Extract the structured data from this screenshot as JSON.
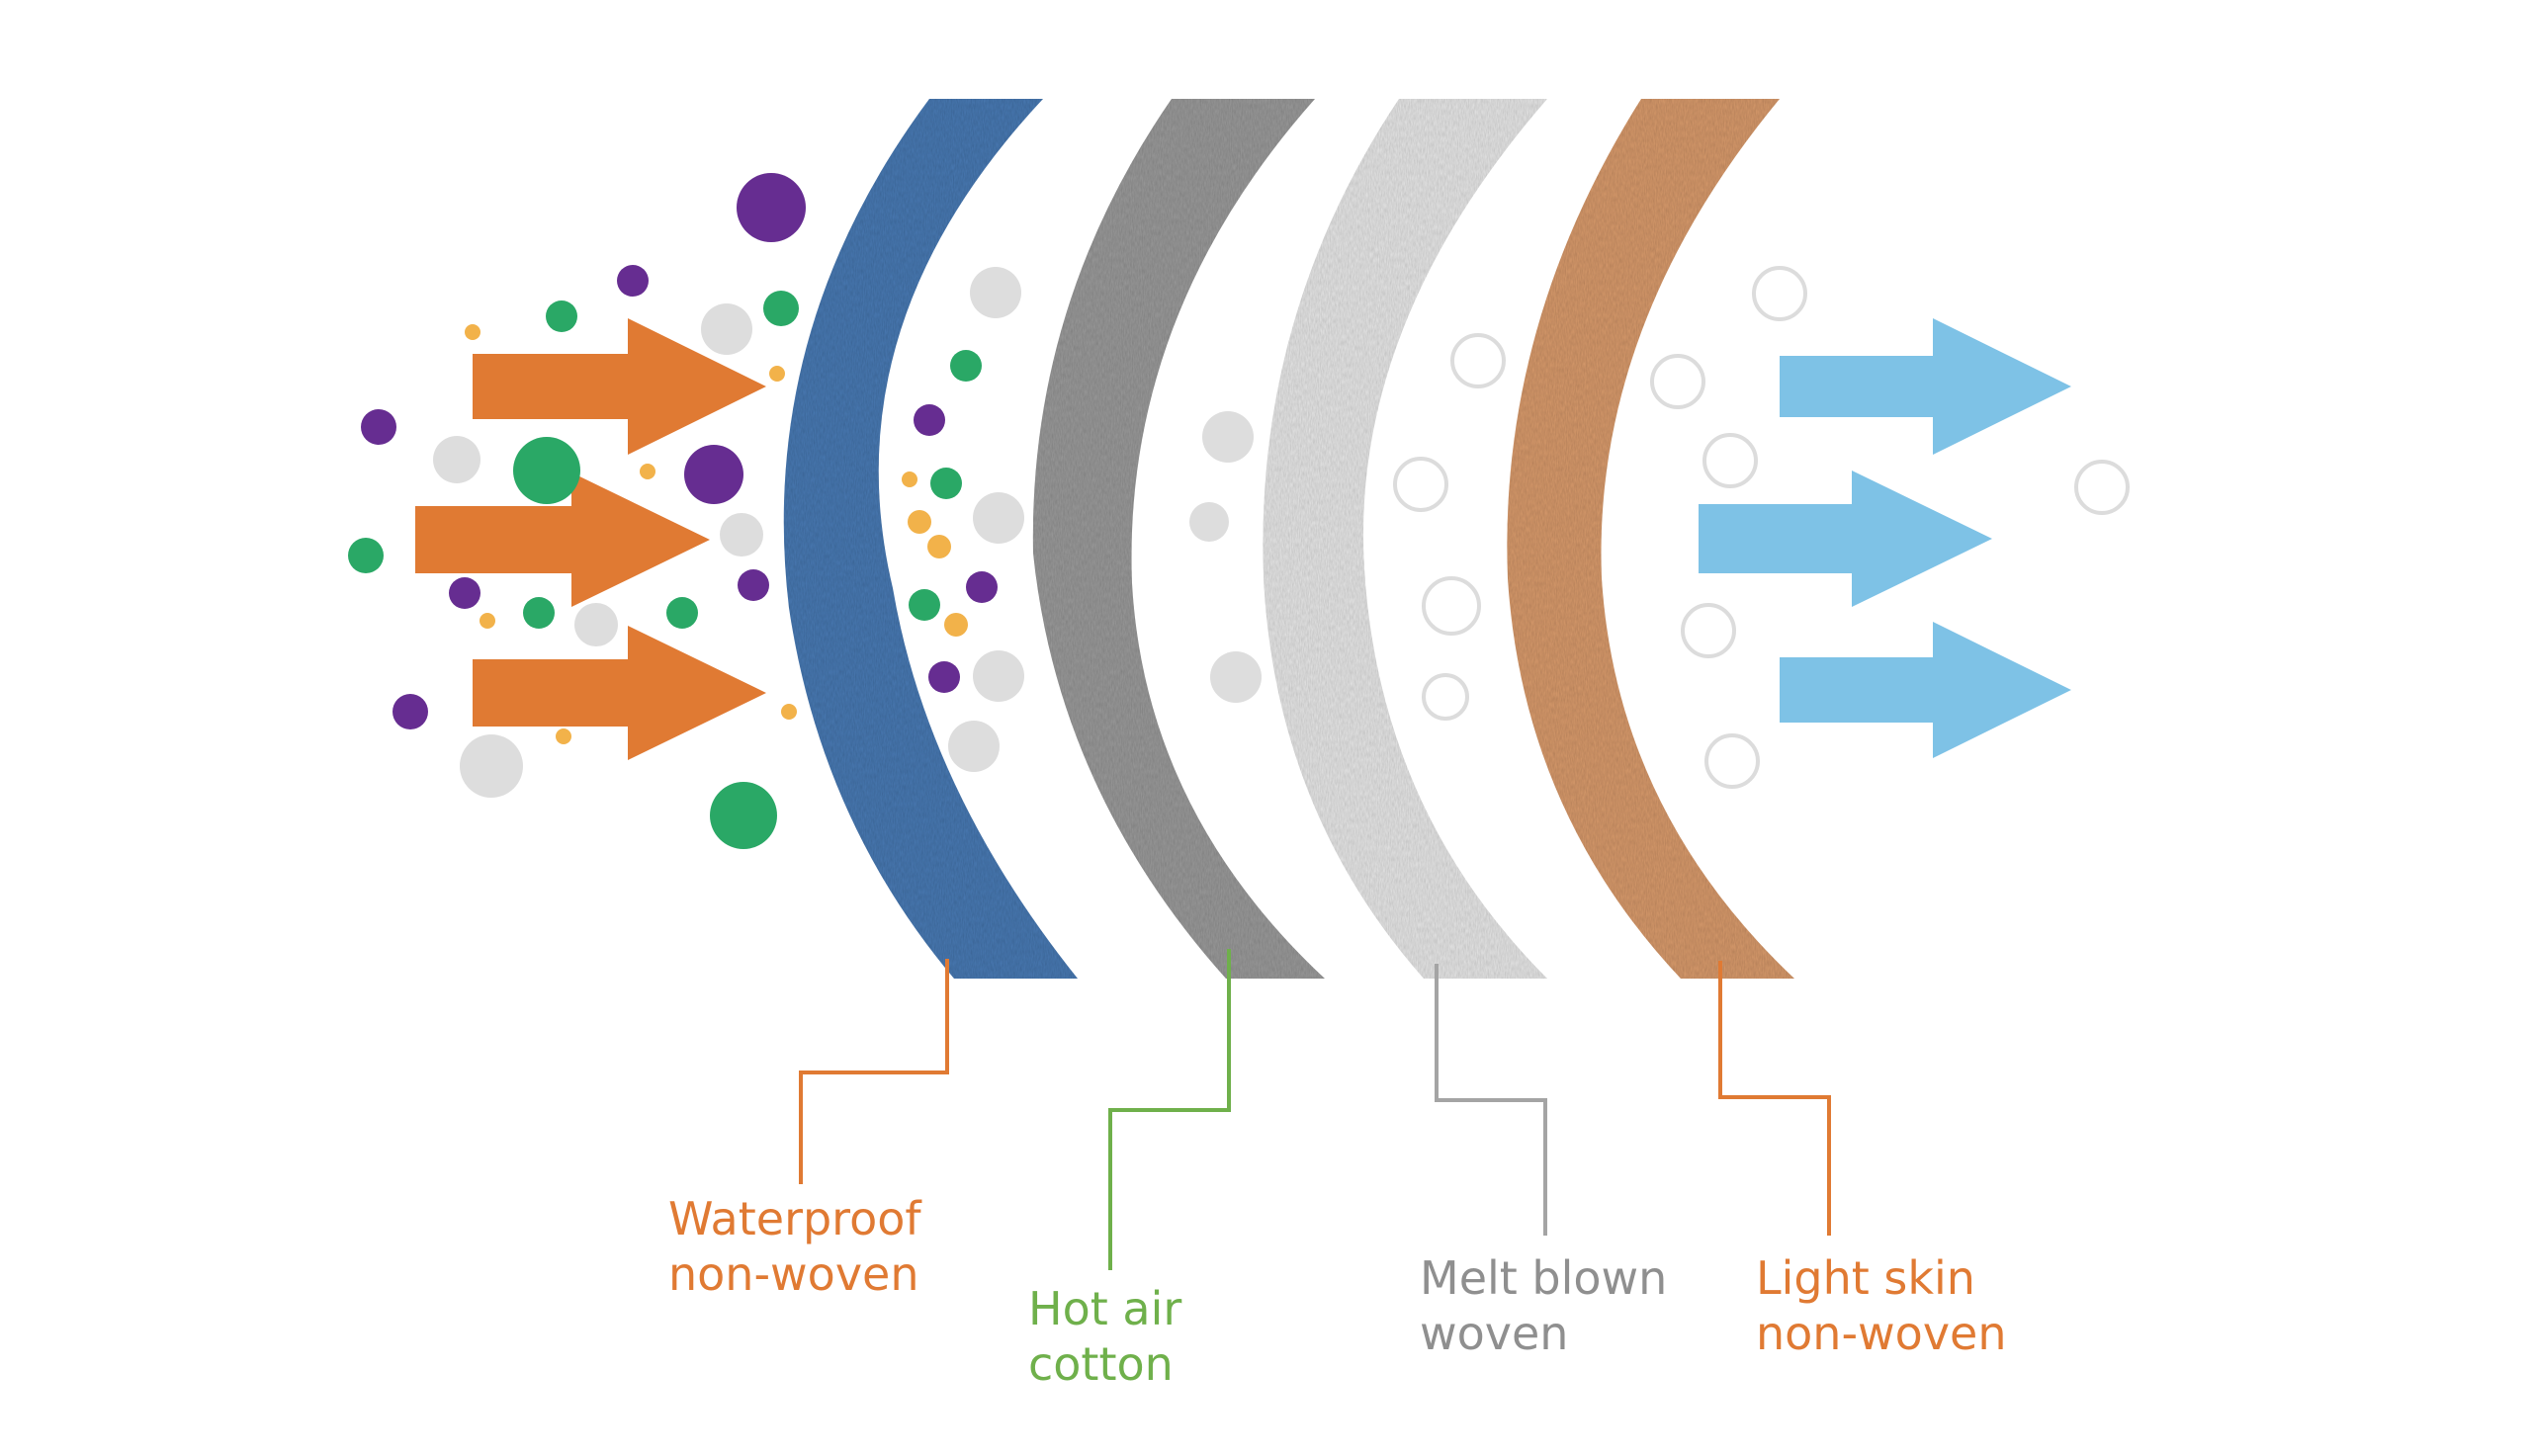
{
  "colors": {
    "background": "#ffffff",
    "inflow_arrow": "#e07a33",
    "outflow_arrow": "#7ec2e6",
    "particle_purple": "#662d91",
    "particle_green": "#2aa866",
    "particle_gray": "#dddddd",
    "particle_orange": "#f2b24a",
    "clean_particle_outline": "#dcdcdc"
  },
  "layers": [
    {
      "id": "waterproof",
      "label_lines": [
        "Waterproof",
        "non-woven"
      ],
      "fill": "#4a79b2",
      "leader_color": "#e07a33",
      "label_color": "#e07a33"
    },
    {
      "id": "hot-air",
      "label_lines": [
        "Hot air",
        "cotton"
      ],
      "fill": "#9a9a9a",
      "leader_color": "#6fb04b",
      "label_color": "#6fb04b"
    },
    {
      "id": "melt-blown",
      "label_lines": [
        "Melt blown",
        "woven"
      ],
      "fill": "#e6e6e6",
      "leader_color": "#a4a4a4",
      "label_color": "#8f8f8f"
    },
    {
      "id": "light-skin",
      "label_lines": [
        "Light skin",
        "non-woven"
      ],
      "fill": "#d79a6c",
      "leader_color": "#e07a33",
      "label_color": "#e07a33"
    }
  ]
}
